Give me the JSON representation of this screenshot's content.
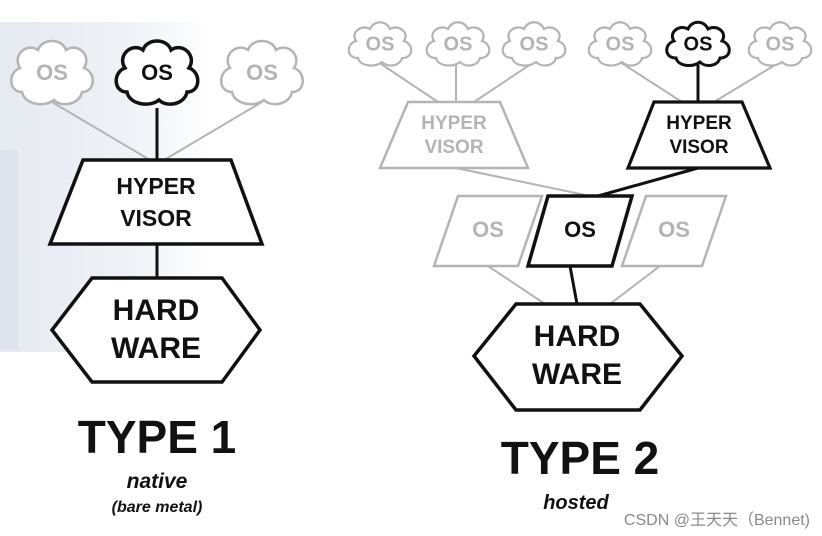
{
  "type1": {
    "os_labels": [
      "OS",
      "OS",
      "OS"
    ],
    "hypervisor_line1": "HYPER",
    "hypervisor_line2": "VISOR",
    "hardware_line1": "HARD",
    "hardware_line2": "WARE",
    "title": "TYPE 1",
    "subtitle": "native",
    "subtitle2": "(bare metal)"
  },
  "type2": {
    "top_os_labels": [
      "OS",
      "OS",
      "OS",
      "OS",
      "OS",
      "OS"
    ],
    "hypervisor_left_line1": "HYPER",
    "hypervisor_left_line2": "VISOR",
    "hypervisor_right_line1": "HYPER",
    "hypervisor_right_line2": "VISOR",
    "host_os_labels": [
      "OS",
      "OS",
      "OS"
    ],
    "hardware_line1": "HARD",
    "hardware_line2": "WARE",
    "title": "TYPE 2",
    "subtitle": "hosted"
  },
  "watermark": "CSDN @王天天（Bennet)",
  "colors": {
    "active": "#111111",
    "faded": "#b4b4b4",
    "background_band": "#dde2ec"
  }
}
